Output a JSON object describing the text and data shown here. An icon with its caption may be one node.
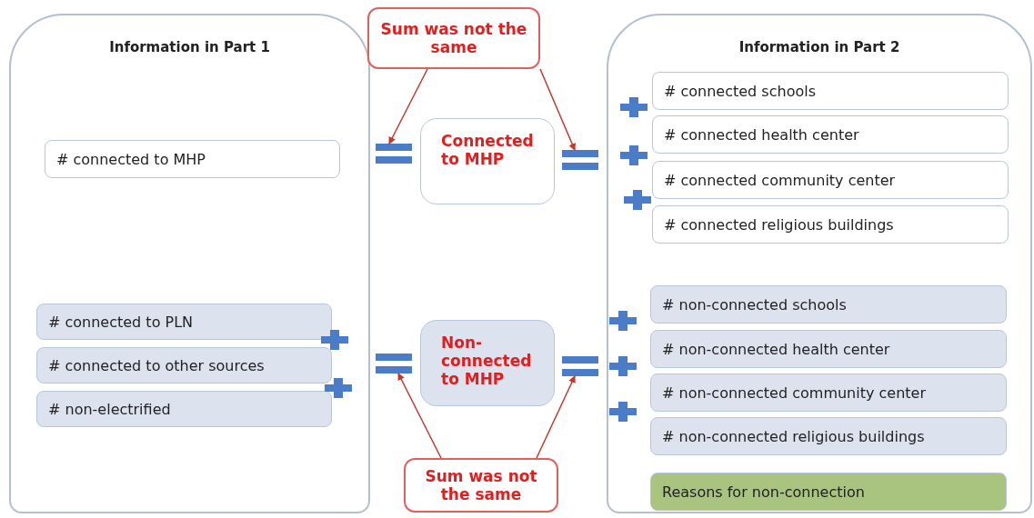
{
  "diagram": {
    "nodes": [
      {
        "text": [
          "Information in Part 1"
        ]
      },
      {
        "text": [
          "# connected to MHP"
        ],
        "in": 0
      },
      {
        "text": [
          "# connected to PLN"
        ],
        "in": 0
      },
      {
        "text": [
          "# connected to other sources"
        ],
        "in": 0
      },
      {
        "text": [
          "# non-electrified"
        ],
        "in": 0
      },
      {
        "text": [
          "Sum was not the same"
        ]
      },
      {
        "text": [
          "Connected to MHP"
        ]
      },
      {
        "text": [
          "Non-connected to MHP"
        ]
      },
      {
        "text": [
          "Sum was not the same"
        ]
      },
      {
        "text": [
          "Information in Part 2"
        ]
      },
      {
        "text": [
          "# connected schools"
        ],
        "in": 9
      },
      {
        "text": [
          "# connected health center"
        ],
        "in": 9
      },
      {
        "text": [
          "# connected community center"
        ],
        "in": 9
      },
      {
        "text": [
          "# connected religious buildings"
        ],
        "in": 9
      },
      {
        "text": [
          "# non-connected schools"
        ],
        "in": 9
      },
      {
        "text": [
          "# non-connected health center"
        ],
        "in": 9
      },
      {
        "text": [
          "# non-connected community center"
        ],
        "in": 9
      },
      {
        "text": [
          "# non-connected religious buildings"
        ],
        "in": 9
      },
      {
        "text": [
          "Reasons for non-connection"
        ],
        "in": 9
      },
      {
        "text": [],
        "shape": "equals"
      },
      {
        "text": [],
        "shape": "equals"
      },
      {
        "text": [],
        "shape": "equals"
      },
      {
        "text": [],
        "shape": "equals"
      }
    ],
    "edges": [
      {
        "from": 5,
        "to": 19,
        "arrow": "to"
      },
      {
        "from": 5,
        "to": 20,
        "arrow": "to"
      },
      {
        "from": 8,
        "to": 21,
        "arrow": "to"
      },
      {
        "from": 8,
        "to": 22,
        "arrow": "to"
      }
    ]
  }
}
